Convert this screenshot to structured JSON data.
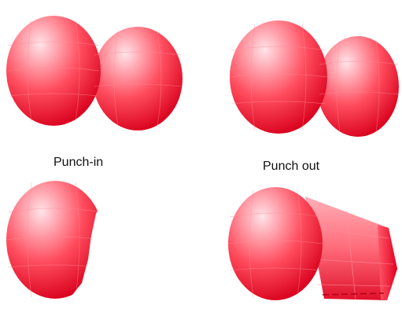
{
  "captions": {
    "top_left": "Punch-in",
    "top_right": "Punch out"
  },
  "colors": {
    "background": "#ffffff",
    "sphere_light": "#ffe4e8",
    "sphere_mid": "#ff6a78",
    "sphere_dark": "#d9001c",
    "mesh_line": "#ff8c98"
  },
  "panels": [
    {
      "name": "punch-in-result",
      "shape": "two merged spheres"
    },
    {
      "name": "punch-out-result",
      "shape": "two merged spheres"
    },
    {
      "name": "punch-in-cut",
      "shape": "sphere with side cut away"
    },
    {
      "name": "punch-out-extrusion",
      "shape": "sphere with extruded tapered block"
    }
  ]
}
